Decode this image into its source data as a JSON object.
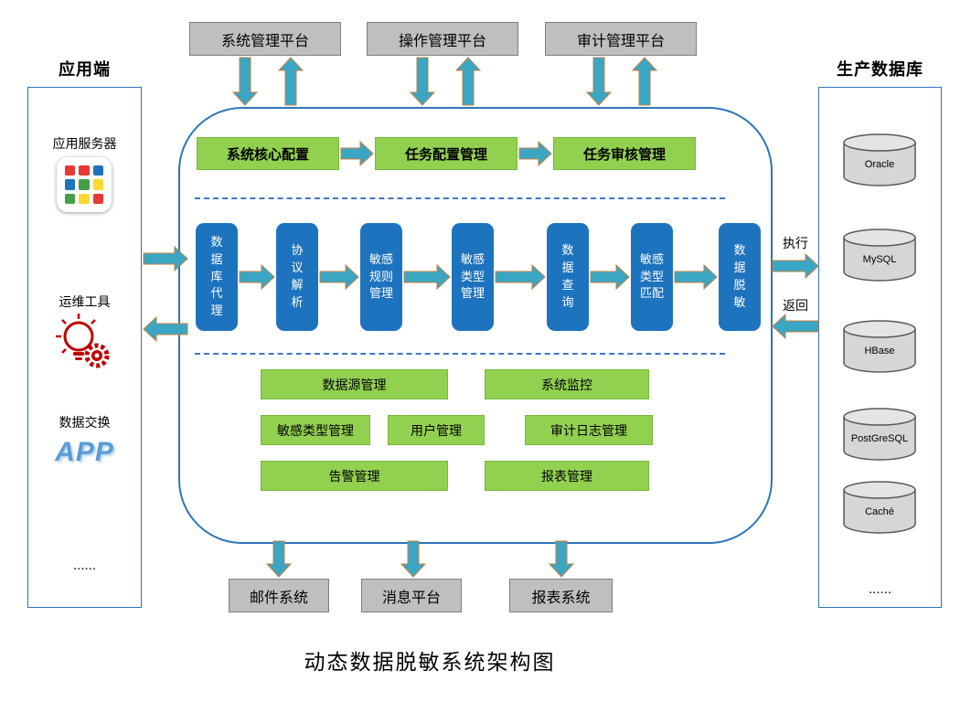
{
  "title": "动态数据脱敏系统架构图",
  "top_platforms": [
    "系统管理平台",
    "操作管理平台",
    "审计管理平台"
  ],
  "bottom_systems": [
    "邮件系统",
    "消息平台",
    "报表系统"
  ],
  "left_panel": {
    "header": "应用端",
    "items": [
      "应用服务器",
      "运维工具",
      "数据交换"
    ],
    "app_badge": "APP",
    "ellipsis": "......"
  },
  "right_panel": {
    "header": "生产数据库",
    "databases": [
      "Oracle",
      "MySQL",
      "HBase",
      "PostGreSQL",
      "Caché"
    ],
    "ellipsis": "......"
  },
  "core": {
    "config_row": [
      "系统核心配置",
      "任务配置管理",
      "任务审核管理"
    ],
    "pipeline": [
      "数\n据\n库\n代\n理",
      "协\n议\n解\n析",
      "敏感\n规则\n管理",
      "敏感\n类型\n管理",
      "数\n据\n查\n询",
      "敏感\n类型\n匹配",
      "数\n据\n脱\n敏"
    ],
    "modules_row1": [
      "数据源管理",
      "系统监控"
    ],
    "modules_row2": [
      "敏感类型管理",
      "用户管理",
      "审计日志管理"
    ],
    "modules_row3": [
      "告警管理",
      "报表管理"
    ]
  },
  "edge_labels": {
    "execute": "执行",
    "return": "返回"
  },
  "colors": {
    "gray": "#BFBFBF",
    "green": "#92D050",
    "blue": "#1E73BE",
    "arrow": "#3BA6C4",
    "border": "#2E75B6"
  }
}
